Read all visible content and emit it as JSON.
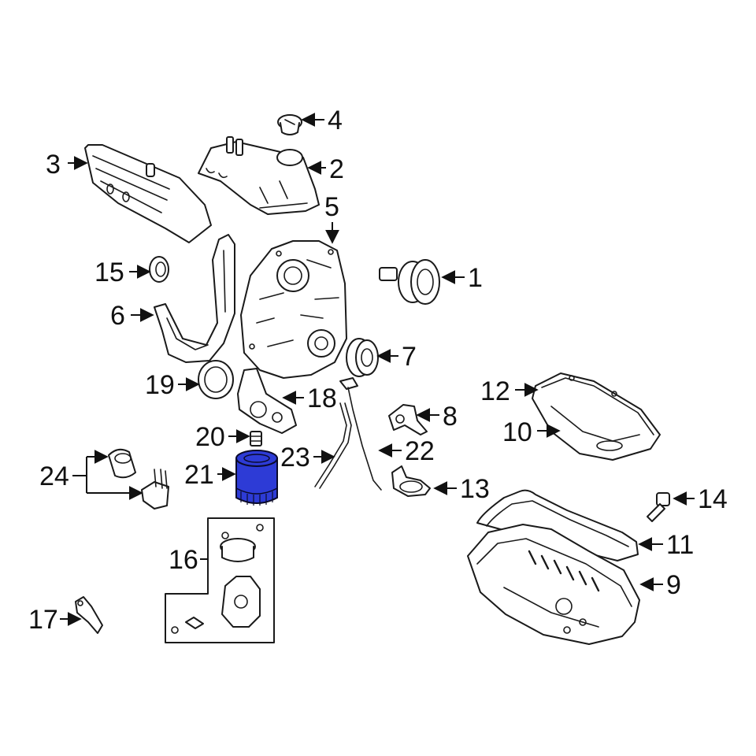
{
  "callouts": {
    "c1": "1",
    "c2": "2",
    "c3": "3",
    "c4": "4",
    "c5": "5",
    "c6": "6",
    "c7": "7",
    "c8": "8",
    "c9": "9",
    "c10": "10",
    "c11": "11",
    "c12": "12",
    "c13": "13",
    "c14": "14",
    "c15": "15",
    "c16": "16",
    "c17": "17",
    "c18": "18",
    "c19": "19",
    "c20": "20",
    "c21": "21",
    "c22": "22",
    "c23": "23",
    "c24": "24"
  },
  "highlight": {
    "part": "21",
    "color": "#2d3bd6",
    "stroke_color": "#0a0a2a"
  },
  "colors": {
    "line": "#1a1a1a",
    "background": "#ffffff"
  }
}
